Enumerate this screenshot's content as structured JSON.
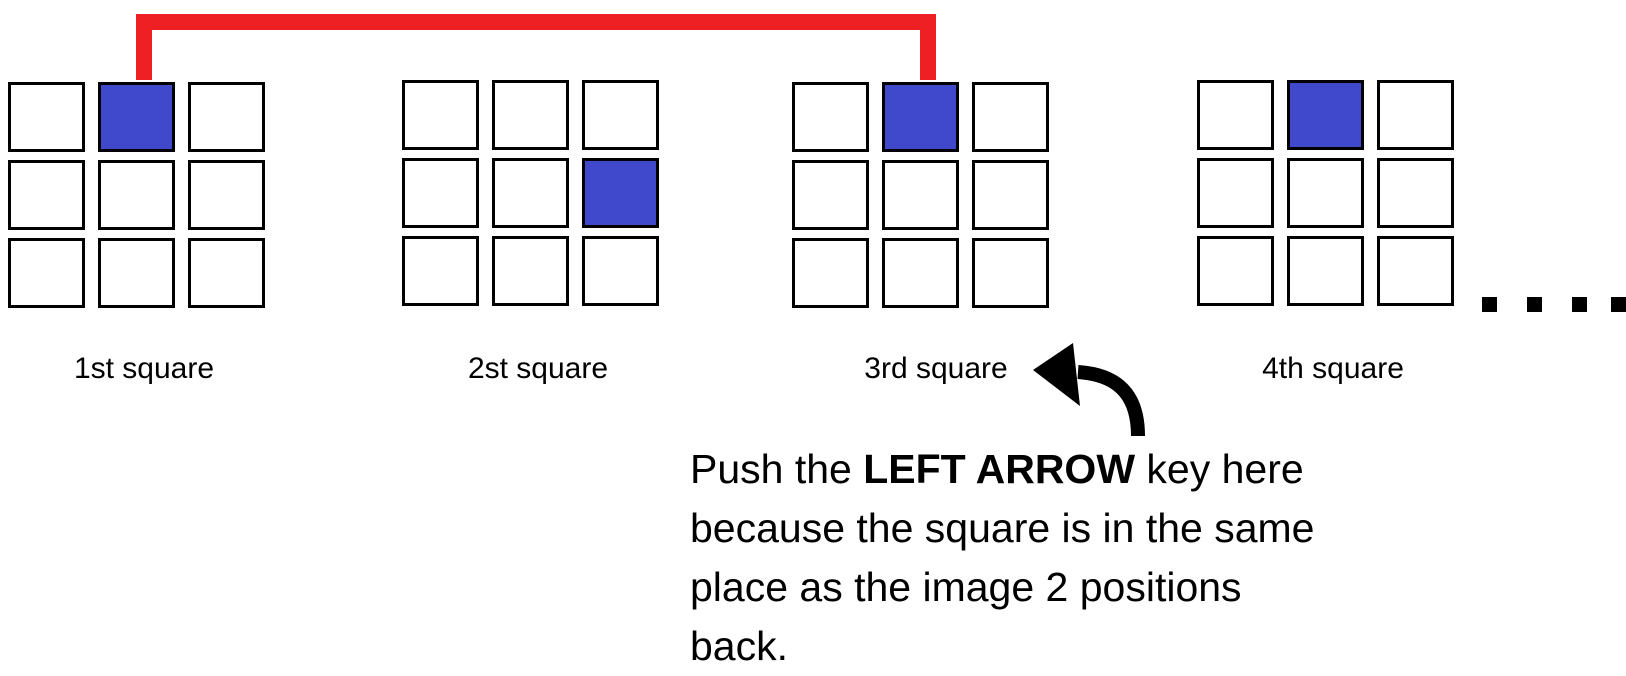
{
  "colors": {
    "cell_fill": "#4049cc",
    "bracket": "#ee2024",
    "border": "#000000"
  },
  "squares": [
    {
      "label": "1st square",
      "filled_cell": {
        "row": 0,
        "col": 1
      }
    },
    {
      "label": "2st square",
      "filled_cell": {
        "row": 1,
        "col": 2
      }
    },
    {
      "label": "3rd square",
      "filled_cell": {
        "row": 0,
        "col": 1
      }
    },
    {
      "label": "4th square",
      "filled_cell": {
        "row": 0,
        "col": 1
      }
    }
  ],
  "instruction": {
    "prefix": "Push the",
    "key_name": "LEFT ARROW",
    "suffix": "key here because the square is in the same place as the image 2 positions back."
  },
  "icons": {
    "continuation": "ellipsis-dots-icon",
    "pointer": "curved-arrow-icon"
  }
}
